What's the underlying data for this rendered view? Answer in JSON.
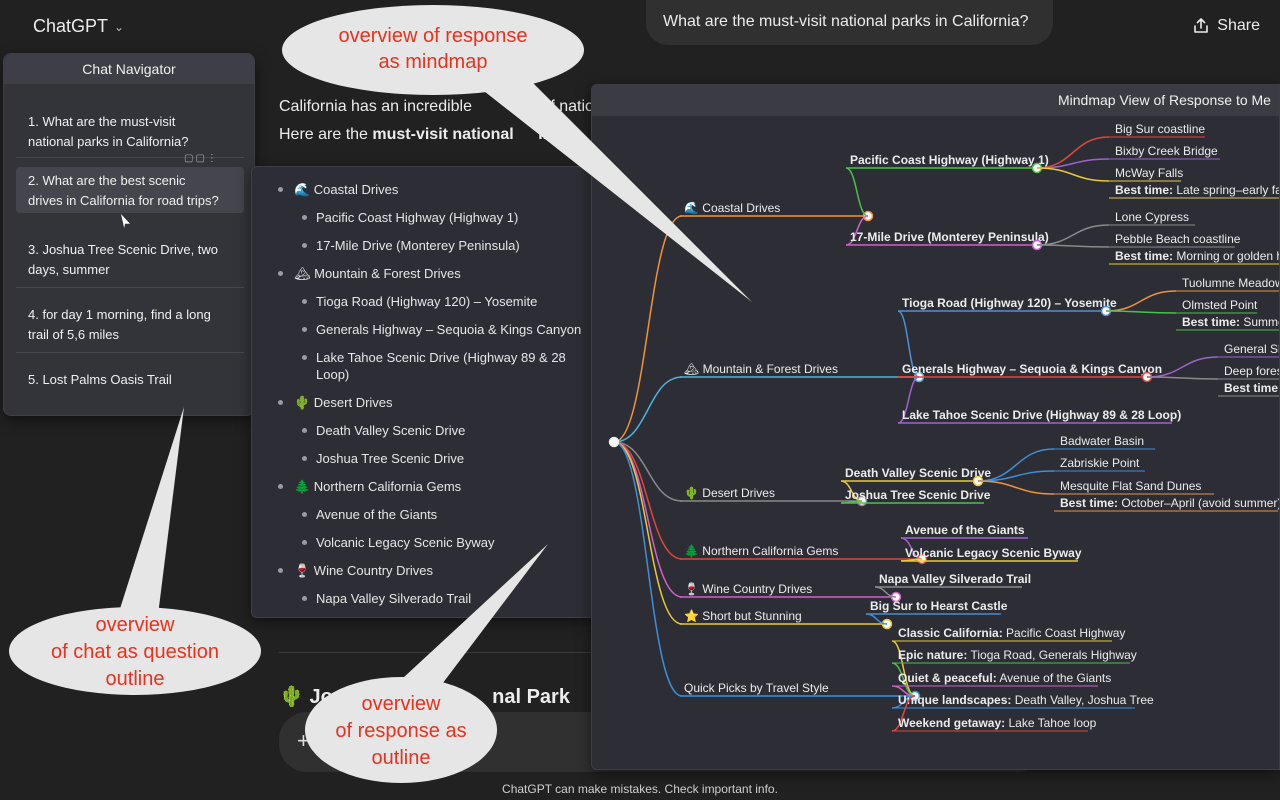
{
  "header": {
    "brand": "ChatGPT",
    "question": "What are the must-visit national parks in California?",
    "share_label": "Share"
  },
  "body": {
    "line1": "California has an incredible",
    "line1b": "of nation",
    "line2a": "Here are the ",
    "line2b": "must-visit national",
    "line2c": "in C",
    "section_head": "🌵 Josh",
    "section_head_tail": "nal Park",
    "footer": "ChatGPT can make mistakes. Check important info."
  },
  "navigator": {
    "title": "Chat Navigator",
    "items": [
      {
        "l1": "1. What are the must-visit",
        "l2": "national parks in California?"
      },
      {
        "l1": "2. What are the best scenic",
        "l2": "drives in California for road trips?"
      },
      {
        "l1": "3. Joshua Tree Scenic Drive, two",
        "l2": "days, summer"
      },
      {
        "l1": "4. for day 1 morning, find a long",
        "l2": "trail of 5,6 miles"
      },
      {
        "l1": "5. Lost Palms Oasis Trail",
        "l2": ""
      }
    ]
  },
  "outline": {
    "rows": [
      {
        "level": 0,
        "text": "🌊 Coastal Drives"
      },
      {
        "level": 1,
        "text": "Pacific Coast Highway (Highway 1)"
      },
      {
        "level": 1,
        "text": "17-Mile Drive (Monterey Peninsula)"
      },
      {
        "level": 0,
        "text": "🏔 Mountain & Forest Drives"
      },
      {
        "level": 1,
        "text": "Tioga Road (Highway 120) – Yosemite"
      },
      {
        "level": 1,
        "text": "Generals Highway – Sequoia & Kings Canyon"
      },
      {
        "level": 1,
        "text": "Lake Tahoe Scenic Drive (Highway 89 & 28"
      },
      {
        "level": 2,
        "text": "Loop)"
      },
      {
        "level": 0,
        "text": "🌵 Desert Drives"
      },
      {
        "level": 1,
        "text": "Death Valley Scenic Drive"
      },
      {
        "level": 1,
        "text": "Joshua Tree Scenic Drive"
      },
      {
        "level": 0,
        "text": "🌲 Northern California Gems"
      },
      {
        "level": 1,
        "text": "Avenue of the Giants"
      },
      {
        "level": 1,
        "text": "Volcanic Legacy Scenic Byway"
      },
      {
        "level": 0,
        "text": "🍷 Wine Country Drives"
      },
      {
        "level": 1,
        "text": "Napa Valley Silverado Trail"
      }
    ]
  },
  "mindmap": {
    "title": "Mindmap View of Response to Me",
    "branches": [
      {
        "label": "🌊 Coastal Drives",
        "color": "#f0923a"
      },
      {
        "label": "🏔 Mountain & Forest Drives",
        "color": "#4fb3d9"
      },
      {
        "label": "🌵 Desert Drives",
        "color": "#8a8a8a"
      },
      {
        "label": "🌲 Northern California Gems",
        "color": "#e0463a"
      },
      {
        "label": "🍷 Wine Country Drives",
        "color": "#d35fc9"
      },
      {
        "label": "⭐ Short but Stunning",
        "color": "#e8c93a"
      },
      {
        "label": "Quick Picks by Travel Style",
        "color": "#3c8fd9"
      }
    ],
    "subs": [
      {
        "label": "Pacific Coast Highway (Highway 1)",
        "color": "#4cc04c"
      },
      {
        "label": "17-Mile Drive (Monterey Peninsula)",
        "color": "#d35fc9"
      },
      {
        "label": "Tioga Road (Highway 120) – Yosemite",
        "color": "#4f8fd9"
      },
      {
        "label": "Generals Highway – Sequoia & Kings Canyon",
        "color": "#e0463a"
      },
      {
        "label": "Lake Tahoe Scenic Drive (Highway 89 & 28 Loop)",
        "color": "#a060d0"
      },
      {
        "label": "Death Valley Scenic Drive",
        "color": "#e8c93a"
      },
      {
        "label": "Joshua Tree Scenic Drive",
        "color": "#4cc04c"
      },
      {
        "label": "Avenue of the Giants",
        "color": "#a060d0"
      },
      {
        "label": "Volcanic Legacy Scenic Byway",
        "color": "#e8c93a"
      },
      {
        "label": "Napa Valley Silverado Trail",
        "color": "#8a8a8a"
      },
      {
        "label": "Big Sur to Hearst Castle",
        "color": "#3c8fd9"
      }
    ],
    "leaves": [
      {
        "bold": "",
        "text": "Big Sur coastline",
        "color": "#e0463a"
      },
      {
        "bold": "",
        "text": "Bixby Creek Bridge",
        "color": "#a060d0"
      },
      {
        "bold": "",
        "text": "McWay Falls",
        "color": "#e8c93a"
      },
      {
        "bold": "Best time:",
        "text": " Late spring–early fall",
        "color": "#e8c93a"
      },
      {
        "bold": "",
        "text": "Lone Cypress",
        "color": "#8a8a8a"
      },
      {
        "bold": "",
        "text": "Pebble Beach coastline",
        "color": "#8a8a8a"
      },
      {
        "bold": "Best time:",
        "text": " Morning or golden ho",
        "color": "#e8c93a"
      },
      {
        "bold": "",
        "text": "Tuolumne Meadows",
        "color": "#f0923a"
      },
      {
        "bold": "",
        "text": "Olmsted Point",
        "color": "#4cc04c"
      },
      {
        "bold": "Best time:",
        "text": " Summer",
        "color": "#4cc04c"
      },
      {
        "bold": "",
        "text": "General Sh",
        "color": "#a060d0"
      },
      {
        "bold": "",
        "text": "Deep fores",
        "color": "#8a8a8a"
      },
      {
        "bold": "Best time:",
        "text": "",
        "color": "#8a8a8a"
      },
      {
        "bold": "",
        "text": "Badwater Basin",
        "color": "#3c8fd9"
      },
      {
        "bold": "",
        "text": "Zabriskie Point",
        "color": "#3c8fd9"
      },
      {
        "bold": "",
        "text": "Mesquite Flat Sand Dunes",
        "color": "#f0923a"
      },
      {
        "bold": "Best time:",
        "text": " October–April (avoid summer)",
        "color": "#f0923a"
      },
      {
        "bold": "Classic California:",
        "text": " Pacific Coast Highway",
        "color": "#e8c93a"
      },
      {
        "bold": "Epic nature:",
        "text": " Tioga Road, Generals Highway",
        "color": "#4cc04c"
      },
      {
        "bold": "Quiet & peaceful:",
        "text": " Avenue of the Giants",
        "color": "#d35fc9"
      },
      {
        "bold": "Unique landscapes:",
        "text": " Death Valley, Joshua Tree",
        "color": "#3c8fd9"
      },
      {
        "bold": "Weekend getaway:",
        "text": " Lake Tahoe loop",
        "color": "#e0463a"
      }
    ]
  },
  "annotations": {
    "mindmap": [
      "overview of response",
      "as mindmap"
    ],
    "questions": [
      "overview",
      "of chat as question",
      "outline"
    ],
    "outline": [
      "overview",
      "of response as",
      "outline"
    ]
  }
}
